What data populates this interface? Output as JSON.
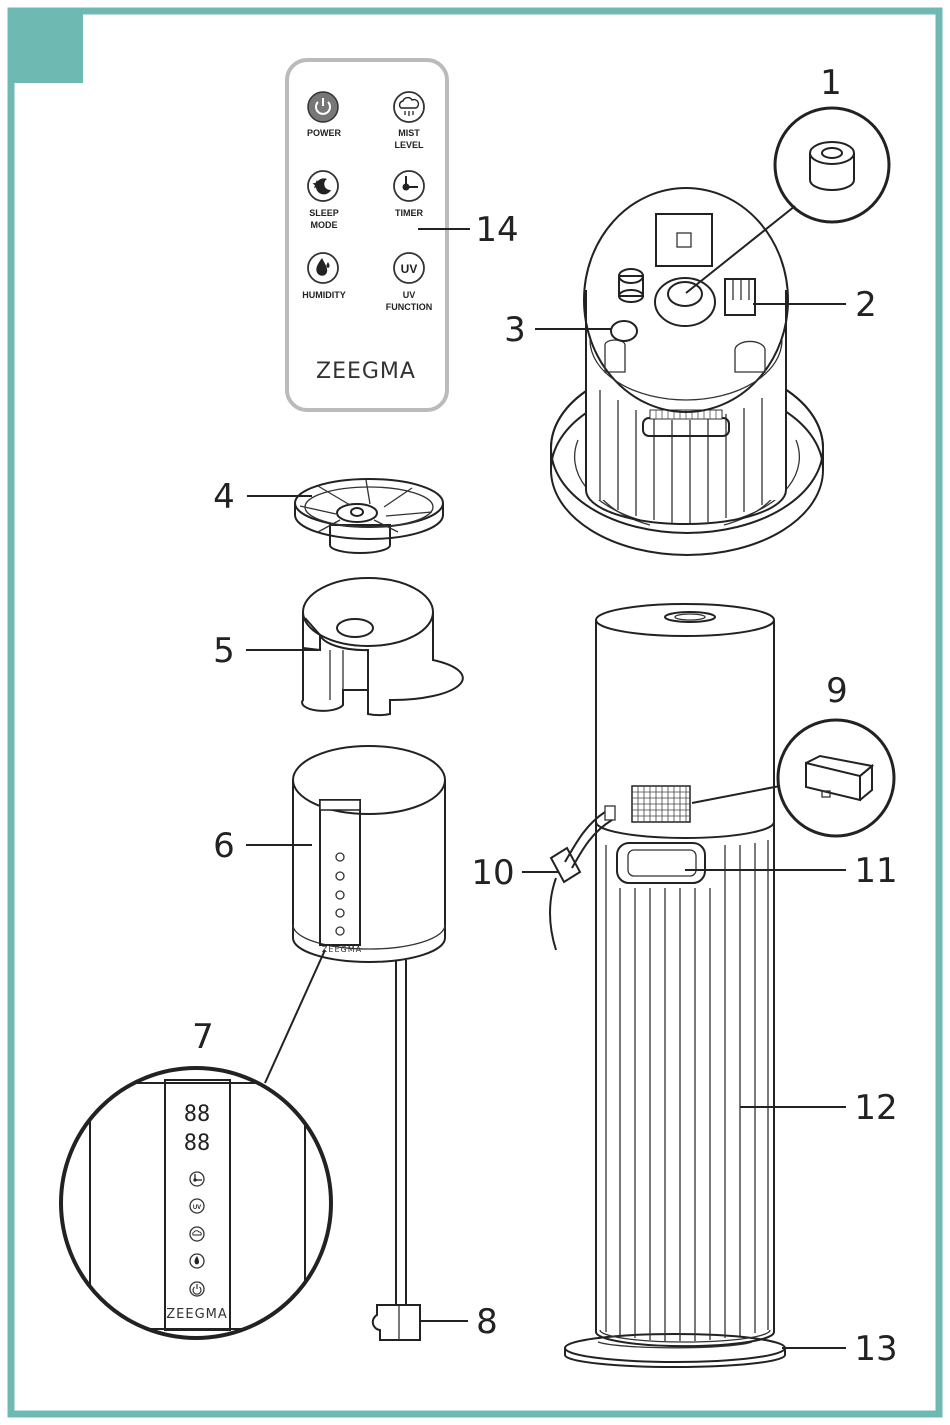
{
  "colors": {
    "frame": "#6fb9b3",
    "line": "#222222",
    "fill": "#ffffff"
  },
  "brand": "ZEEGMA",
  "remote": {
    "buttons": [
      {
        "label1": "POWER",
        "label2": "",
        "icon": "power-icon"
      },
      {
        "label1": "MIST",
        "label2": "LEVEL",
        "icon": "mist-cloud-icon"
      },
      {
        "label1": "SLEEP",
        "label2": "MODE",
        "icon": "moon-star-icon"
      },
      {
        "label1": "TIMER",
        "label2": "",
        "icon": "timer-icon"
      },
      {
        "label1": "HUMIDITY",
        "label2": "",
        "icon": "droplet-icon"
      },
      {
        "label1": "UV",
        "label2": "FUNCTION",
        "icon": "uv-icon",
        "glyph": "UV"
      }
    ]
  },
  "display": {
    "digits_top": "88",
    "digits_bottom": "88"
  },
  "callouts": [
    "1",
    "2",
    "3",
    "4",
    "5",
    "6",
    "7",
    "8",
    "9",
    "10",
    "11",
    "12",
    "13",
    "14"
  ]
}
